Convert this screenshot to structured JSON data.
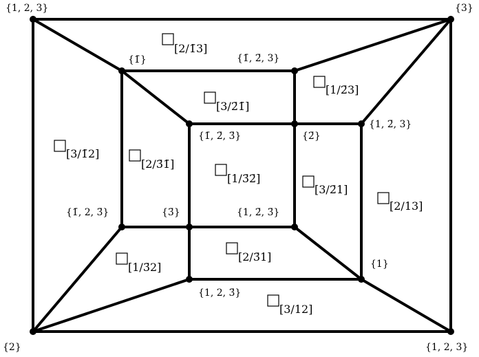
{
  "vertex_labels": {
    "outer_top_left": "{1, 2, 3}",
    "outer_top_right": "{3}",
    "outer_bottom_left": "{2}",
    "outer_bottom_right": "{1, 2, 3}",
    "mid_top_left": "{1̄}",
    "mid_top_right": "{1̄, 2̄, 3}",
    "mid_right_upper": "{1, 2̄, 3}",
    "mid_bottom_left": "{1̄, 2, 3̄}",
    "mid_right_lower": "{1}",
    "mid_bottom": "{1, 2, 3̄}",
    "inner_top_left": "{1̄, 2̄, 3̄}",
    "inner_top_right": "{2̄}",
    "inner_bottom_left": "{3̄}",
    "inner_bottom_right": "{1, 2̄, 3̄}"
  },
  "faces": [
    {
      "id": "f1",
      "base": "[2/1̄3]"
    },
    {
      "id": "f2",
      "base": "[1/2̄3]"
    },
    {
      "id": "f3",
      "base": "[3/2̄1̄]"
    },
    {
      "id": "f4",
      "base": "[3/1̄2]"
    },
    {
      "id": "f5",
      "base": "[2/3̄1̄]"
    },
    {
      "id": "f6",
      "base": "[1/3̄2̄]"
    },
    {
      "id": "f7",
      "base": "[3/2̄1]"
    },
    {
      "id": "f8",
      "base": "[2/13]"
    },
    {
      "id": "f9",
      "base": "[2/3̄1]"
    },
    {
      "id": "f10",
      "base": "[1/3̄2]"
    },
    {
      "id": "f11",
      "base": "[3/12]"
    }
  ]
}
